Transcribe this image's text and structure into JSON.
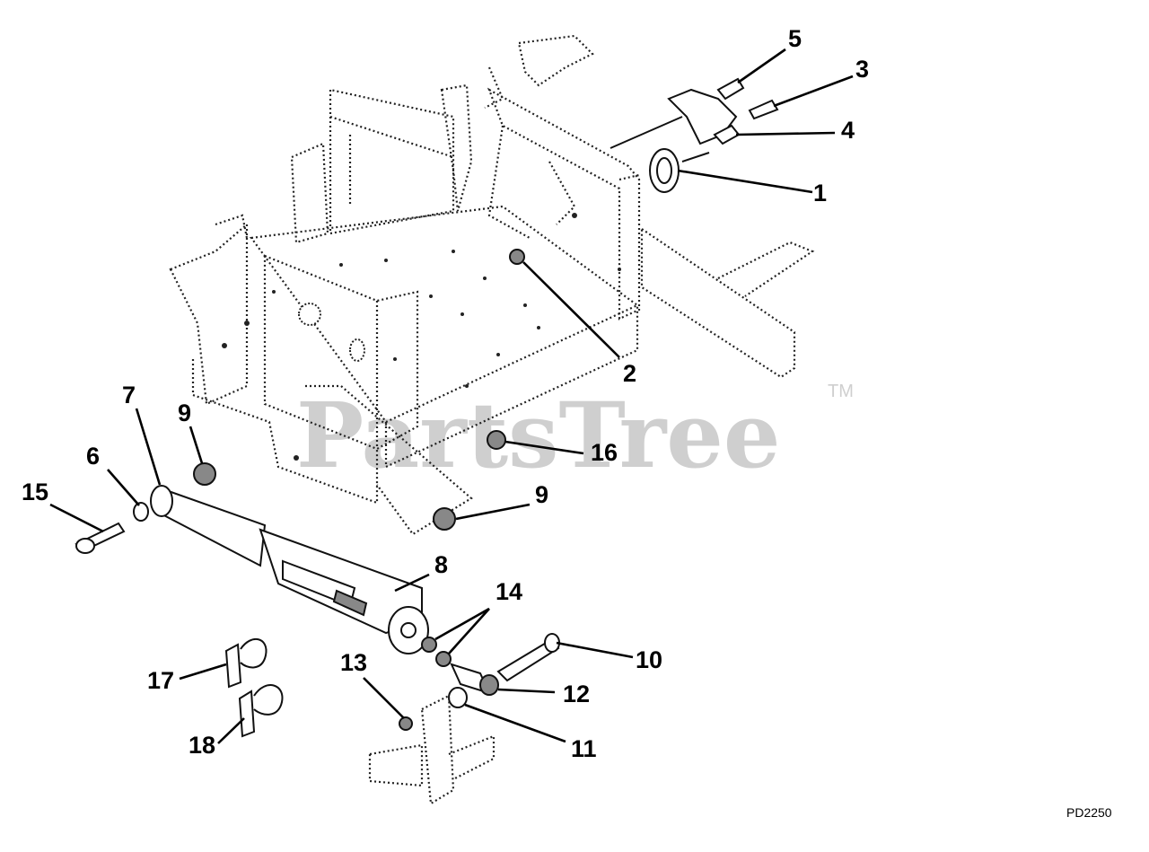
{
  "watermark": {
    "text": "PartsTree",
    "trademark": "TM"
  },
  "diagram_code": "PD2250",
  "callouts": [
    {
      "id": "c1",
      "label": "1"
    },
    {
      "id": "c2",
      "label": "2"
    },
    {
      "id": "c3",
      "label": "3"
    },
    {
      "id": "c4",
      "label": "4"
    },
    {
      "id": "c5",
      "label": "5"
    },
    {
      "id": "c6",
      "label": "6"
    },
    {
      "id": "c7",
      "label": "7"
    },
    {
      "id": "c8",
      "label": "8"
    },
    {
      "id": "c9a",
      "label": "9"
    },
    {
      "id": "c9b",
      "label": "9"
    },
    {
      "id": "c10",
      "label": "10"
    },
    {
      "id": "c11",
      "label": "11"
    },
    {
      "id": "c12",
      "label": "12"
    },
    {
      "id": "c13",
      "label": "13"
    },
    {
      "id": "c14",
      "label": "14"
    },
    {
      "id": "c15",
      "label": "15"
    },
    {
      "id": "c16",
      "label": "16"
    },
    {
      "id": "c17",
      "label": "17"
    },
    {
      "id": "c18",
      "label": "18"
    }
  ]
}
